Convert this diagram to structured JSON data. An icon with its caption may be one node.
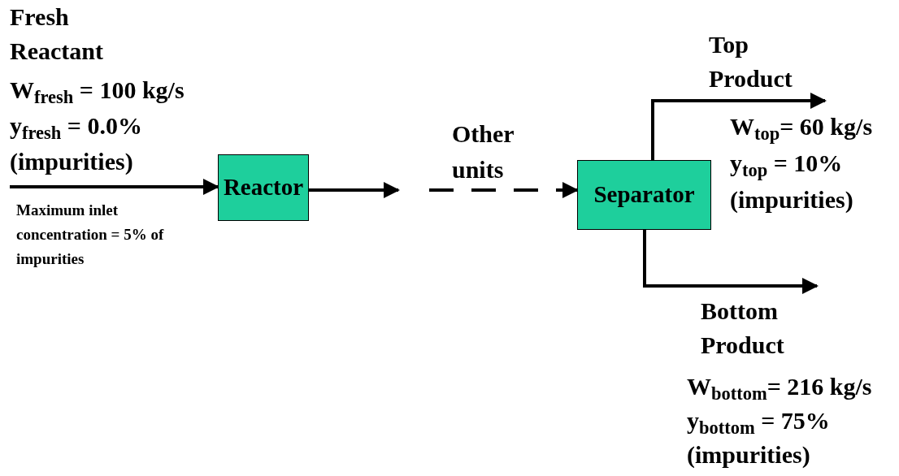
{
  "diagram": {
    "nodes": [
      {
        "text": [
          "Reactor"
        ]
      },
      {
        "text": [
          "Separator"
        ]
      }
    ],
    "edges": [
      {
        "from": null,
        "to": 0,
        "arrow": "to"
      },
      {
        "from": 0,
        "to": null,
        "arrow": "to"
      },
      {
        "from": null,
        "to": 1,
        "arrow": "to",
        "style": "dashed",
        "label": "Other units"
      },
      {
        "from": 1,
        "to": null,
        "arrow": "to"
      },
      {
        "from": 1,
        "to": null,
        "arrow": "to"
      }
    ],
    "labels": [
      "Fresh Reactant",
      "W$_{fresh}$ = 100 kg/s",
      "y$_{fresh}$ = 0.0%",
      "(impurities)",
      "Maximum inlet concentration = 5% of impurities",
      "Top Product",
      "W$_{top}$= 60 kg/s",
      "y$_{top}$ = 10%",
      "(impurities)",
      "Bottom Product",
      "W$_{bottom}$= 216 kg/s",
      "y$_{bottom}$ = 75%",
      "(impurities)"
    ]
  }
}
